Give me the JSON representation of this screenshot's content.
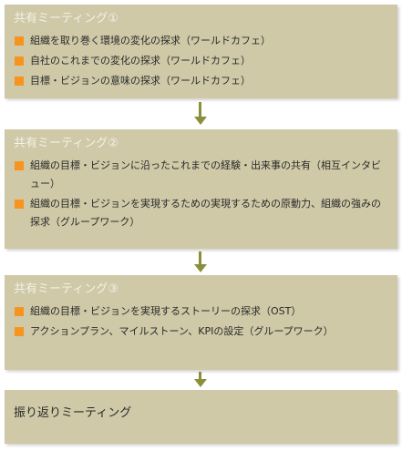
{
  "diagram": {
    "steps": [
      {
        "title": "共有ミーティング①",
        "items": [
          "組織を取り巻く環境の変化の探求（ワールドカフェ）",
          "自社のこれまでの変化の探求（ワールドカフェ）",
          "目標・ビジョンの意味の探求（ワールドカフェ）"
        ]
      },
      {
        "title": "共有ミーティング②",
        "items": [
          "組織の目標・ビジョンに沿ったこれまでの経験・出来事の共有（相互インタビュー）",
          "組織の目標・ビジョンを実現するための実現するための原動力、組織の強みの探求（グループワーク）"
        ]
      },
      {
        "title": "共有ミーティング③",
        "items": [
          "組織の目標・ビジョンを実現するストーリーの探求（OST）",
          "アクションプラン、マイルストーン、KPIの設定（グループワーク）"
        ]
      },
      {
        "title": "振り返りミーティング",
        "items": []
      }
    ]
  },
  "colors": {
    "box_fill": "#cfc9a7",
    "bullet": "#f7941d",
    "arrow": "#8a8f3a",
    "heading_text": "#f3f1e6"
  }
}
